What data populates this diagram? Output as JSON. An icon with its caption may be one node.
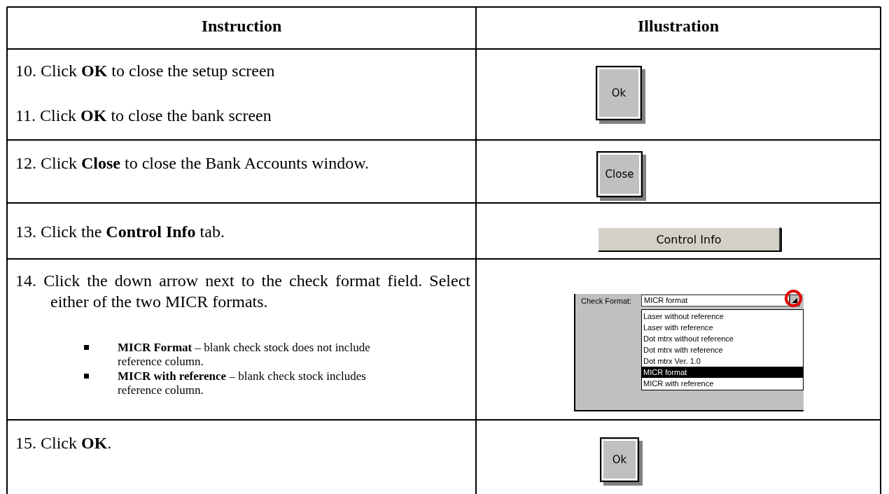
{
  "diagram": {
    "labels": [
      "Instruction",
      "Illustration",
      "10. Click **OK** to close the setup screen",
      "11. Click **OK** to close the bank screen",
      "Ok",
      "12. Click **Close** to close the Bank Accounts window.",
      "Close",
      "13. Click the **Control Info** tab.",
      "Control Info",
      "14. Click the down arrow next to the check format field. Select either of the two MICR formats.",
      "**MICR Format** – blank check stock does not include reference column.",
      "**MICR with reference** – blank check stock includes reference column.",
      "Check Format:",
      "MICR format",
      "Laser without reference",
      "Laser with reference",
      "Dot mtrx without reference",
      "Dot mtrx with reference",
      "Dot mtrx Ver. 1.0",
      "MICR format",
      "MICR with reference",
      "15. Click **OK**.",
      "Ok"
    ]
  }
}
